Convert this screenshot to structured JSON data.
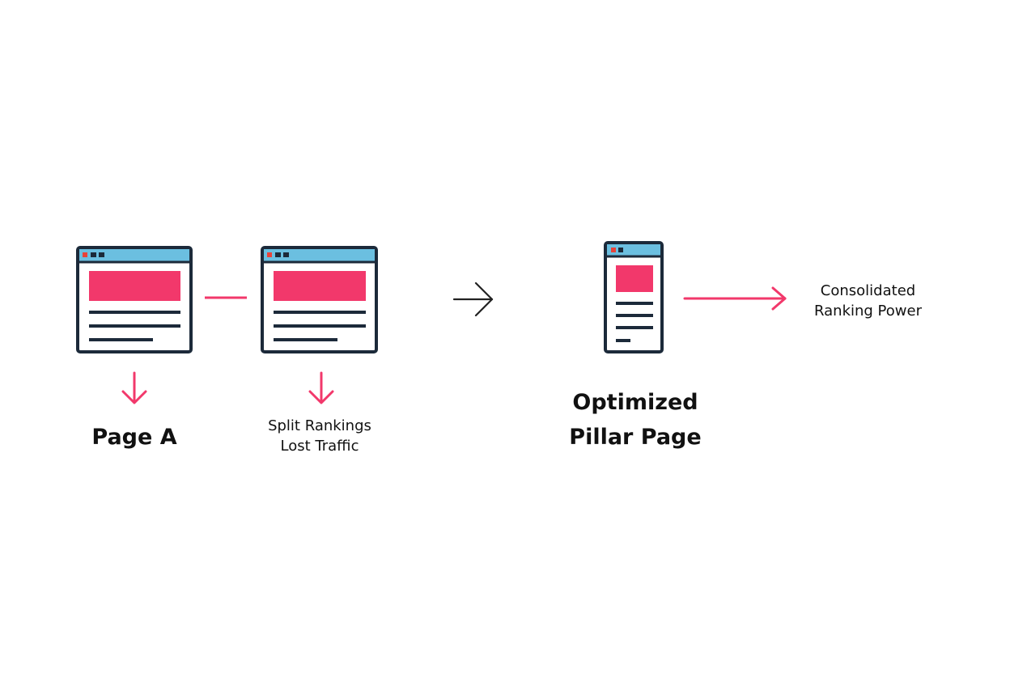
{
  "colors": {
    "outline": "#1c2a3a",
    "title_bar": "#6bbfe0",
    "accent": "#f2386b",
    "dot_red": "#e8433a",
    "arrow_dark": "#222222",
    "text": "#111111",
    "background": "#ffffff"
  },
  "labels": {
    "page_a": "Page A",
    "split_line1": "Split Rankings",
    "split_line2": "Lost Traffic",
    "pillar_line1": "Optimized",
    "pillar_line2": "Pillar Page",
    "consolidated_line1": "Consolidated",
    "consolidated_line2": "Ranking Power"
  },
  "icons": [
    "browser-window-icon",
    "browser-window-icon",
    "mobile-page-icon",
    "arrow-right-icon",
    "arrow-down-icon"
  ]
}
